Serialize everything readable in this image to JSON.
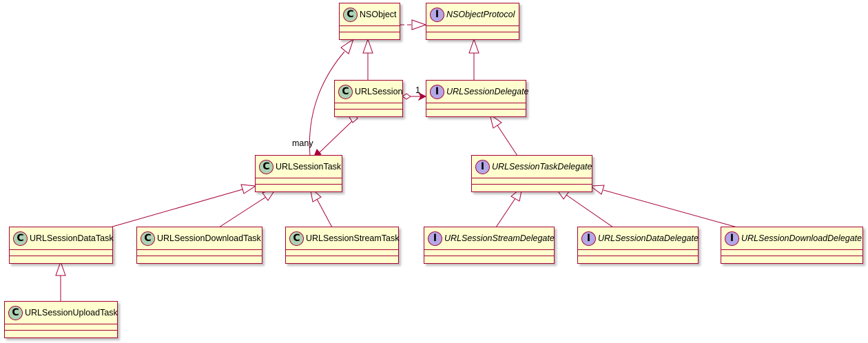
{
  "diagram": {
    "nodes": {
      "nsobject": {
        "stereotype": "C",
        "name": "NSObject",
        "kind": "class"
      },
      "nsobject_protocol": {
        "stereotype": "I",
        "name": "NSObjectProtocol",
        "kind": "interface"
      },
      "url_session": {
        "stereotype": "C",
        "name": "URLSession",
        "kind": "class"
      },
      "url_session_delegate": {
        "stereotype": "I",
        "name": "URLSessionDelegate",
        "kind": "interface"
      },
      "url_session_task": {
        "stereotype": "C",
        "name": "URLSessionTask",
        "kind": "class"
      },
      "url_session_task_delegate": {
        "stereotype": "I",
        "name": "URLSessionTaskDelegate",
        "kind": "interface"
      },
      "url_session_data_task": {
        "stereotype": "C",
        "name": "URLSessionDataTask",
        "kind": "class"
      },
      "url_session_download_task": {
        "stereotype": "C",
        "name": "URLSessionDownloadTask",
        "kind": "class"
      },
      "url_session_stream_task": {
        "stereotype": "C",
        "name": "URLSessionStreamTask",
        "kind": "class"
      },
      "url_session_stream_delegate": {
        "stereotype": "I",
        "name": "URLSessionStreamDelegate",
        "kind": "interface"
      },
      "url_session_data_delegate": {
        "stereotype": "I",
        "name": "URLSessionDataDelegate",
        "kind": "interface"
      },
      "url_session_download_delegate": {
        "stereotype": "I",
        "name": "URLSessionDownloadDelegate",
        "kind": "interface"
      },
      "url_session_upload_task": {
        "stereotype": "C",
        "name": "URLSessionUploadTask",
        "kind": "class"
      }
    },
    "labels": {
      "many": "many",
      "one": "1"
    },
    "colors": {
      "line": "#a80036",
      "node_fill": "#fefece",
      "class_badge": "#add1b2",
      "interface_badge": "#b4a7e5"
    }
  }
}
